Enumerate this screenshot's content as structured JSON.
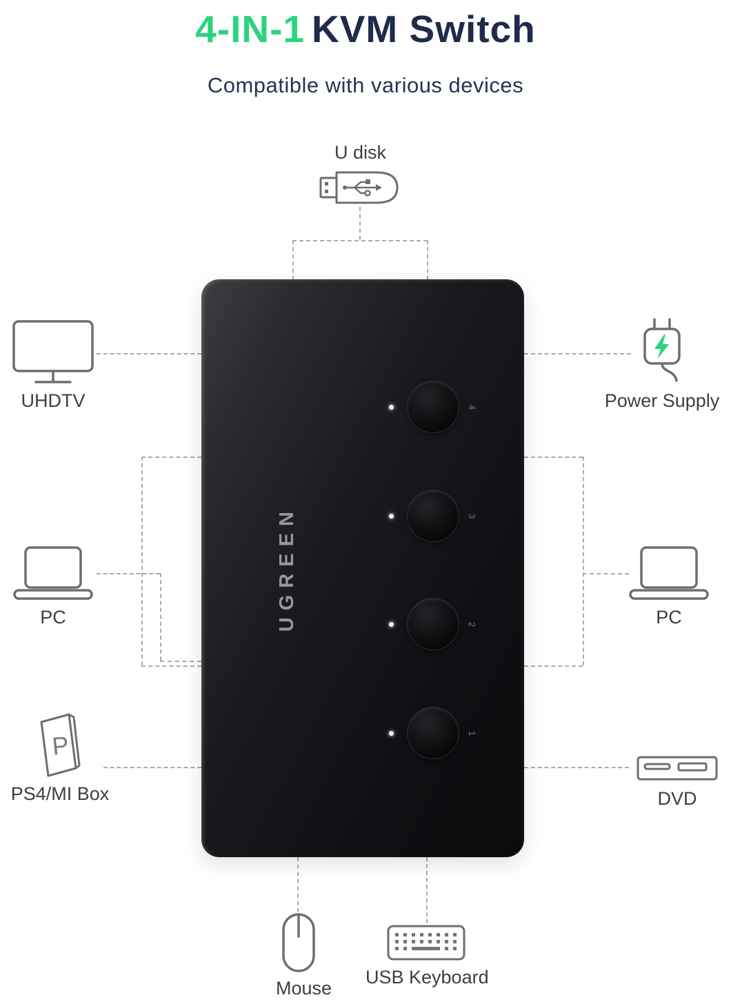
{
  "header": {
    "title_highlight": "4-IN-1",
    "title_rest": "KVM Switch",
    "subtitle": "Compatible with various devices"
  },
  "colors": {
    "accent_green": "#2BD47D",
    "title_navy": "#202A4A",
    "device_black": "#141417",
    "label_gray": "#3E3E40",
    "connector_line_gray": "#ABABAB",
    "icon_gray": "#6E6E70"
  },
  "device": {
    "brand": "UGREEN",
    "ports": [
      {
        "number": "4",
        "led": "white"
      },
      {
        "number": "3",
        "led": "white"
      },
      {
        "number": "2",
        "led": "white"
      },
      {
        "number": "1",
        "led": "white"
      }
    ]
  },
  "peripherals": {
    "top": {
      "label": "U disk",
      "icon": "usb-flash-drive-icon"
    },
    "left": [
      {
        "label": "UHDTV",
        "icon": "monitor-icon"
      },
      {
        "label": "PC",
        "icon": "laptop-icon"
      },
      {
        "label": "PS4/MI Box",
        "icon": "game-console-icon"
      }
    ],
    "right": [
      {
        "label": "Power Supply",
        "icon": "power-adapter-icon"
      },
      {
        "label": "PC",
        "icon": "laptop-icon"
      },
      {
        "label": "DVD",
        "icon": "dvd-player-icon"
      }
    ],
    "bottom": [
      {
        "label": "Mouse",
        "icon": "mouse-icon"
      },
      {
        "label": "USB Keyboard",
        "icon": "keyboard-icon"
      }
    ]
  }
}
